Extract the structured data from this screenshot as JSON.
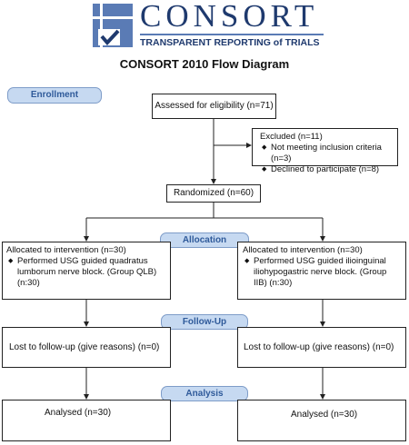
{
  "logo": {
    "wordmark": "CONSORT",
    "tagline": "TRANSPARENT REPORTING of TRIALS",
    "colors": {
      "navy": "#1f3a6e",
      "blue": "#5a7bb5",
      "light": "#c6d9f1"
    }
  },
  "title": "CONSORT 2010 Flow Diagram",
  "stages": {
    "enrollment": "Enrollment",
    "allocation": "Allocation",
    "follow_up": "Follow-Up",
    "analysis": "Analysis"
  },
  "boxes": {
    "assessed": "Assessed for eligibility (n=71)",
    "excluded": {
      "title": "Excluded (n=11)",
      "items": [
        "Not meeting inclusion criteria (n=3)",
        "Declined to participate (n=8)"
      ]
    },
    "randomized": "Randomized (n=60)",
    "alloc_left": {
      "title": "Allocated to intervention (n=30)",
      "items": [
        "Performed USG guided quadratus lumborum nerve block. (Group QLB) (n:30)"
      ]
    },
    "alloc_right": {
      "title": "Allocated to intervention (n=30)",
      "items": [
        "Performed USG guided ilioinguinal iliohypogastric nerve block. (Group IIB) (n:30)"
      ]
    },
    "followup_left": "Lost to follow-up (give reasons) (n=0)",
    "followup_right": "Lost to follow-up (give reasons) (n=0)",
    "analysis_left": "Analysed (n=30)",
    "analysis_right": "Analysed (n=30)"
  }
}
